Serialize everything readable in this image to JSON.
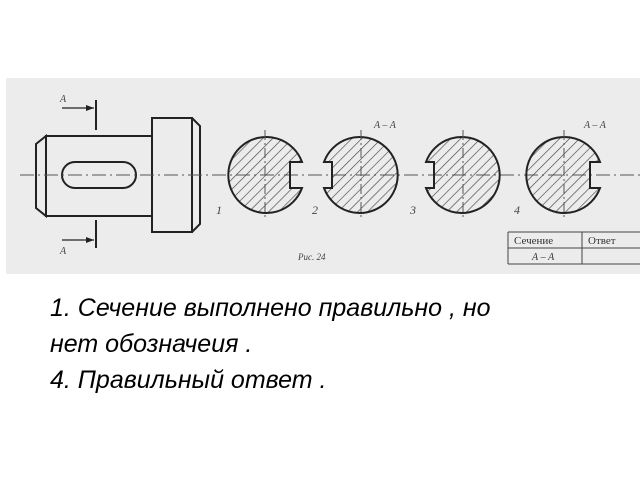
{
  "figure": {
    "section_label_left_top": "A",
    "section_label_left_bottom": "A",
    "section_title_2": "A – A",
    "section_title_4": "A – A",
    "variant_numbers": [
      "1",
      "2",
      "3",
      "4"
    ],
    "figure_caption": "Рис. 24",
    "answer_table": {
      "headers": [
        "Сечение",
        "Ответ"
      ],
      "rows": [
        [
          "А – А",
          ""
        ]
      ]
    }
  },
  "answers": {
    "line1": "1. Сечение выполнено правильно  , но",
    "line2": "нет обозначеия .",
    "line3": "4. Правильный ответ ."
  }
}
